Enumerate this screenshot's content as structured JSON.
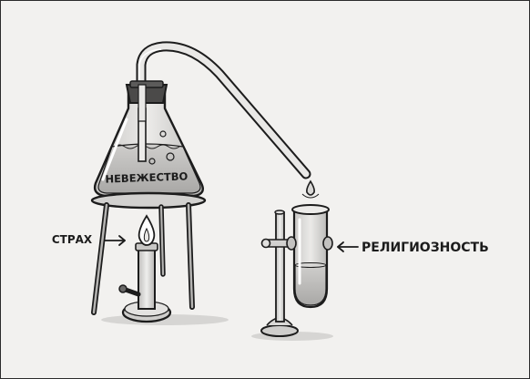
{
  "labels": {
    "flask": "НЕВЕЖЕСТВО",
    "flame": "СТРАХ",
    "tube": "РЕЛИГИОЗНОСТЬ"
  },
  "colors": {
    "background": "#f2f1ef",
    "ink": "#1c1c1c",
    "glass": "#d9d8d6",
    "flame": "#ffffff"
  }
}
